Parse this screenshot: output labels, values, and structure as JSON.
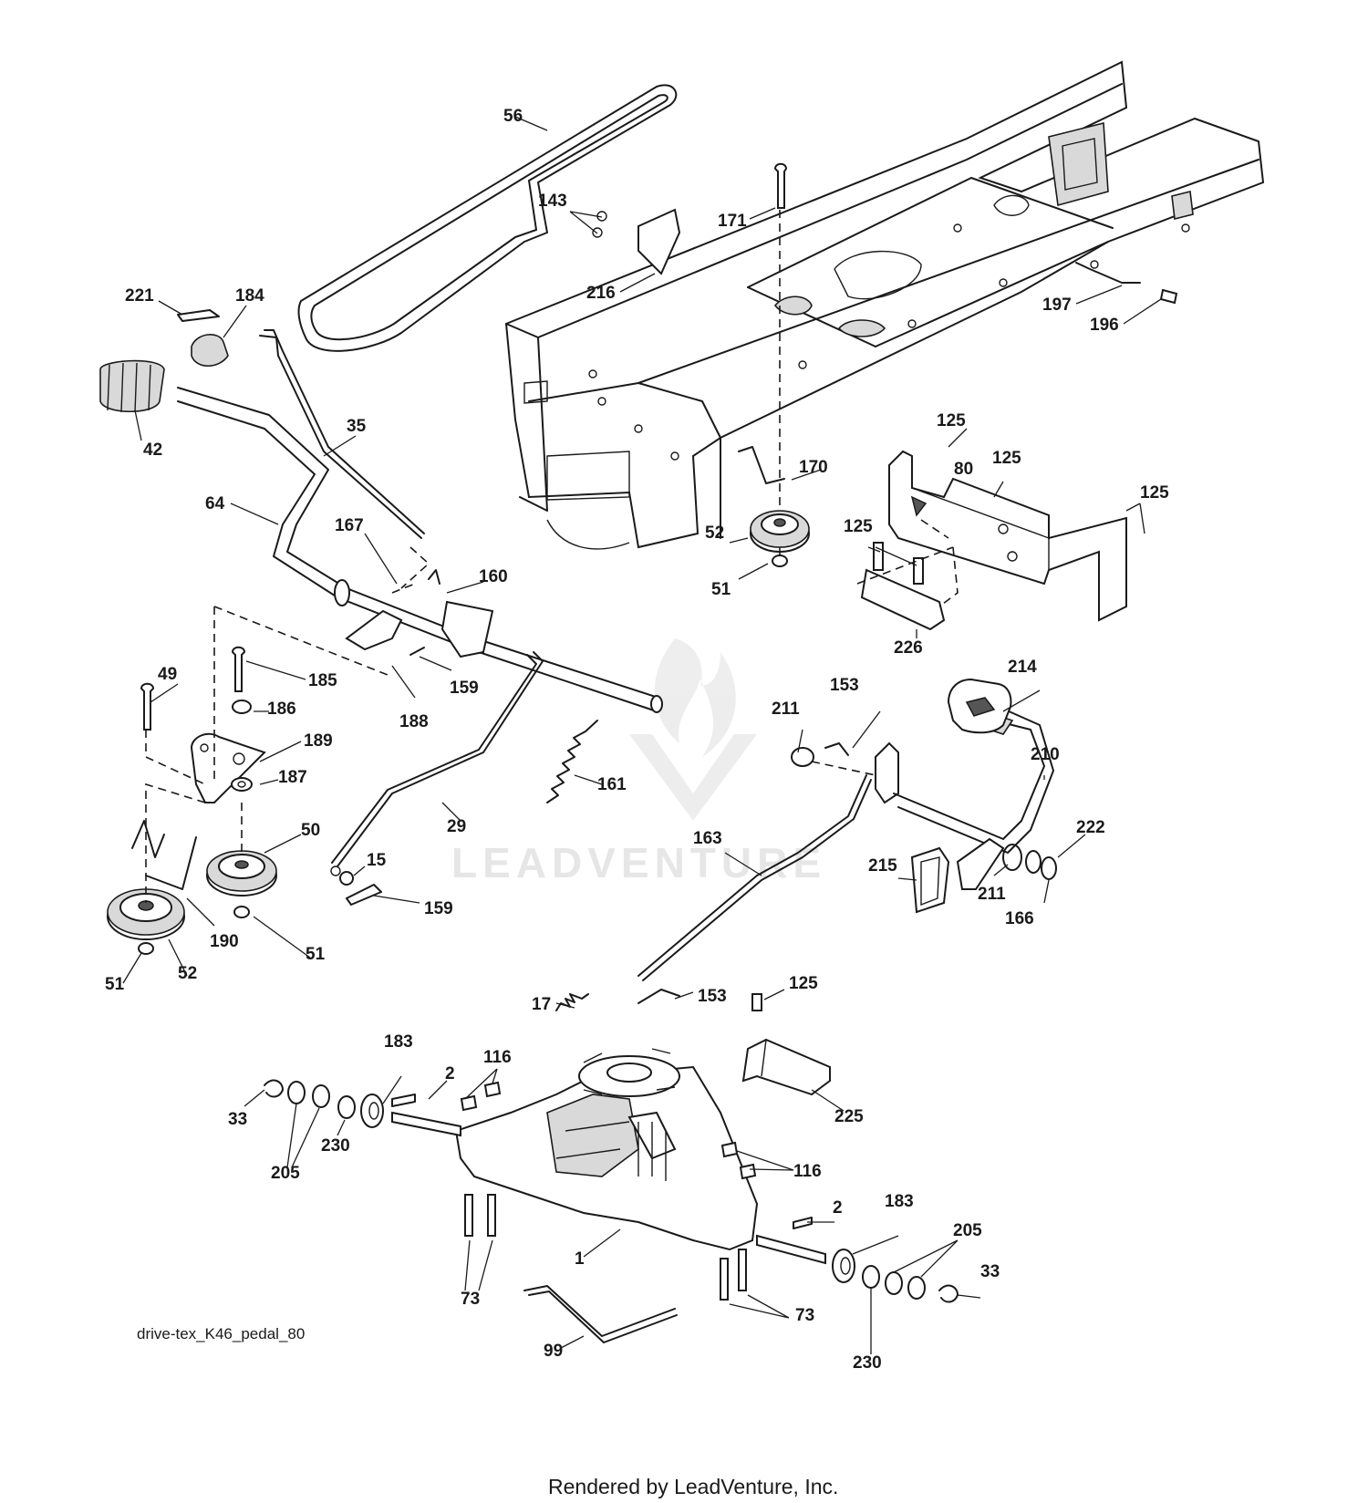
{
  "diagram_id": "drive-tex_K46_pedal_80",
  "footer": "Rendered by LeadVenture, Inc.",
  "watermark_text": "LEADVENTURE",
  "callouts": [
    {
      "label": "56"
    },
    {
      "label": "143"
    },
    {
      "label": "171"
    },
    {
      "label": "216"
    },
    {
      "label": "221"
    },
    {
      "label": "184"
    },
    {
      "label": "197"
    },
    {
      "label": "196"
    },
    {
      "label": "42"
    },
    {
      "label": "35"
    },
    {
      "label": "125"
    },
    {
      "label": "170"
    },
    {
      "label": "80"
    },
    {
      "label": "125"
    },
    {
      "label": "125"
    },
    {
      "label": "64"
    },
    {
      "label": "52"
    },
    {
      "label": "125"
    },
    {
      "label": "167"
    },
    {
      "label": "160"
    },
    {
      "label": "51"
    },
    {
      "label": "226"
    },
    {
      "label": "49"
    },
    {
      "label": "185"
    },
    {
      "label": "159"
    },
    {
      "label": "214"
    },
    {
      "label": "186"
    },
    {
      "label": "153"
    },
    {
      "label": "188"
    },
    {
      "label": "211"
    },
    {
      "label": "189"
    },
    {
      "label": "210"
    },
    {
      "label": "187"
    },
    {
      "label": "161"
    },
    {
      "label": "50"
    },
    {
      "label": "29"
    },
    {
      "label": "163"
    },
    {
      "label": "222"
    },
    {
      "label": "15"
    },
    {
      "label": "215"
    },
    {
      "label": "211"
    },
    {
      "label": "166"
    },
    {
      "label": "190"
    },
    {
      "label": "159"
    },
    {
      "label": "51"
    },
    {
      "label": "51"
    },
    {
      "label": "52"
    },
    {
      "label": "125"
    },
    {
      "label": "17"
    },
    {
      "label": "153"
    },
    {
      "label": "183"
    },
    {
      "label": "116"
    },
    {
      "label": "2"
    },
    {
      "label": "225"
    },
    {
      "label": "33"
    },
    {
      "label": "230"
    },
    {
      "label": "205"
    },
    {
      "label": "116"
    },
    {
      "label": "2"
    },
    {
      "label": "183"
    },
    {
      "label": "205"
    },
    {
      "label": "1"
    },
    {
      "label": "33"
    },
    {
      "label": "73"
    },
    {
      "label": "230"
    },
    {
      "label": "73"
    },
    {
      "label": "99"
    }
  ]
}
